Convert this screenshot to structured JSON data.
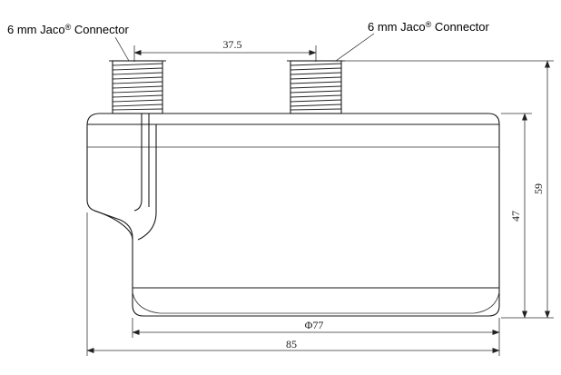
{
  "labels": {
    "connector_left": "6 mm Jaco",
    "connector_right": "6 mm Jaco",
    "connector_suffix": " Connector",
    "registered_mark": "®"
  },
  "dimensions": {
    "connector_spacing": "37.5",
    "inner_diameter": "77",
    "diameter_symbol": "Φ",
    "overall_length": "85",
    "body_height": "47",
    "total_height": "59"
  }
}
